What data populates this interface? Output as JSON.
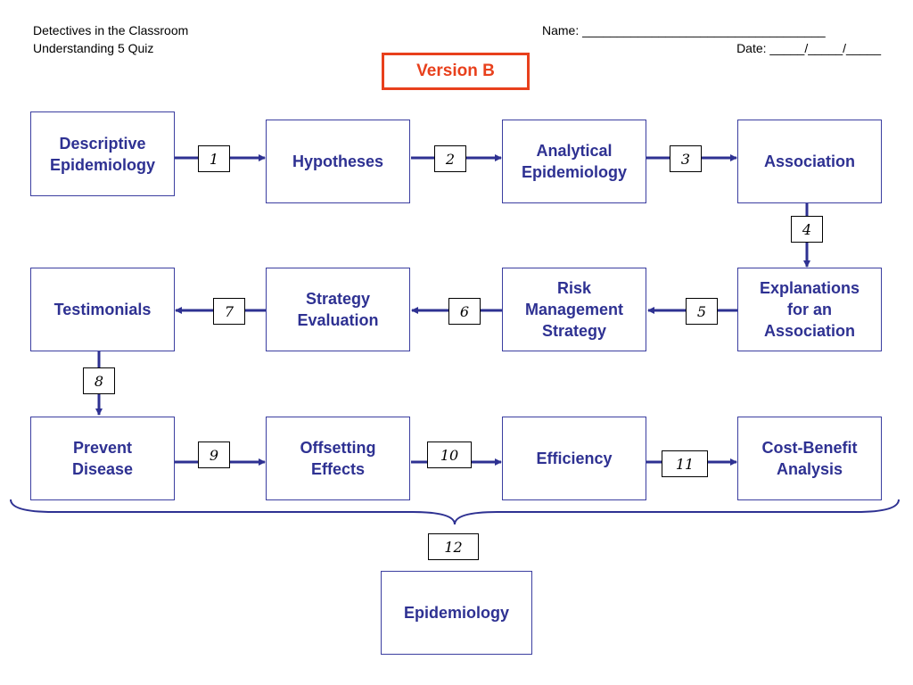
{
  "header": {
    "course": "Detectives in the Classroom",
    "quiz": "Understanding 5 Quiz",
    "name_line": "Name:  ___________________________________",
    "date_line": "Date:  _____/_____/_____"
  },
  "version_label": "Version B",
  "concepts": {
    "descriptive_epidemiology": "Descriptive\nEpidemiology",
    "hypotheses": "Hypotheses",
    "analytical_epidemiology": "Analytical\nEpidemiology",
    "association": "Association",
    "explanations": "Explanations\nfor an\nAssociation",
    "risk_management": "Risk\nManagement\nStrategy",
    "strategy_evaluation": "Strategy\nEvaluation",
    "testimonials": "Testimonials",
    "prevent_disease": "Prevent\nDisease",
    "offsetting_effects": "Offsetting\nEffects",
    "efficiency": "Efficiency",
    "cost_benefit": "Cost-Benefit\nAnalysis",
    "epidemiology": "Epidemiology"
  },
  "numbers": [
    "1",
    "2",
    "3",
    "4",
    "5",
    "6",
    "7",
    "8",
    "9",
    "10",
    "11",
    "12"
  ],
  "colors": {
    "box_border": "#3b3ea0",
    "text": "#2e3192",
    "accent": "#e8401c"
  }
}
